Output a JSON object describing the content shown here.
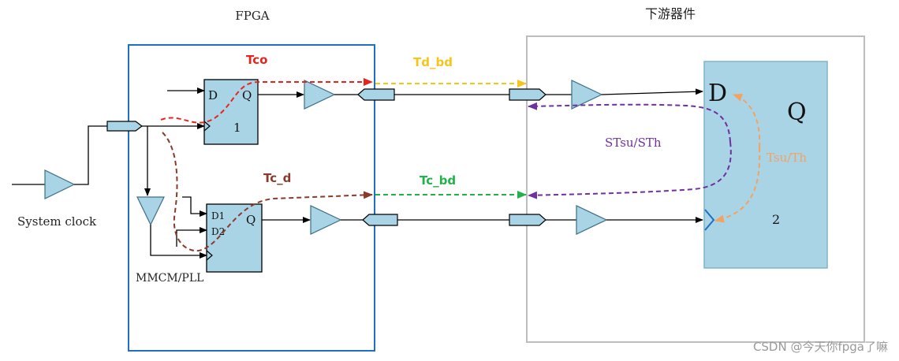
{
  "labels": {
    "fpga_title": "FPGA",
    "downstream_title": "下游器件",
    "system_clock": "System clock",
    "mmcm_pll": "MMCM/PLL",
    "ff1_d": "D",
    "ff1_q": "Q",
    "ff1_num": "1",
    "ff2_d1": "D1",
    "ff2_d2": "D2",
    "ff2_q": "Q",
    "dev_d": "D",
    "dev_q": "Q",
    "dev_num": "2",
    "tco": "Tco",
    "td_bd": "Td_bd",
    "tc_d": "Tc_d",
    "tc_bd": "Tc_bd",
    "stsu_sth": "STsu/STh",
    "tsu_th": "Tsu/Th",
    "watermark": "CSDN @今天你fpga了嘛"
  },
  "colors": {
    "fpga_border": "#1f6fc2",
    "device_border": "#bdbdbd",
    "block_fill": "#a9d4e6",
    "tco": "#e8231f",
    "td_bd": "#f5c518",
    "tc_d": "#8b3a2a",
    "tc_bd": "#22b24c",
    "stsu_sth": "#7030a0",
    "tsu_th": "#f4a261",
    "wire": "#000000",
    "watermark": "#9a9a9a"
  }
}
